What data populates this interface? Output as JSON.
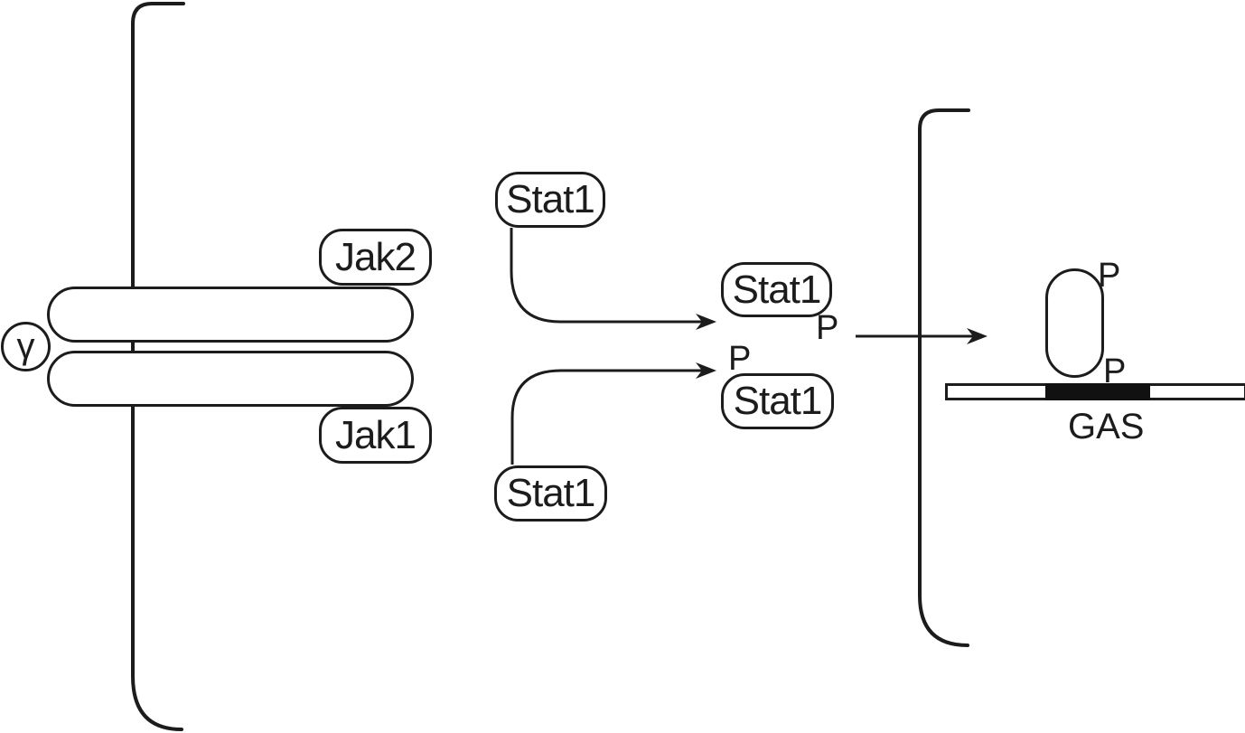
{
  "colors": {
    "ink": "#1c1c1c",
    "background": "#ffffff",
    "gas_site_fill": "#111111"
  },
  "receptor_complex": {
    "gamma_subunit": "γ",
    "jak2": "Jak2",
    "jak1": "Jak1"
  },
  "stat_proteins": {
    "free_top": "Stat1",
    "free_bottom": "Stat1",
    "dimer_upper": "Stat1",
    "dimer_lower": "Stat1",
    "dimer_upper_phospho": "P",
    "dimer_lower_phospho": "P"
  },
  "nucleus": {
    "bound_dimer_phospho_top": "P",
    "bound_dimer_phospho_bottom": "P",
    "dna_site_label": "GAS"
  }
}
